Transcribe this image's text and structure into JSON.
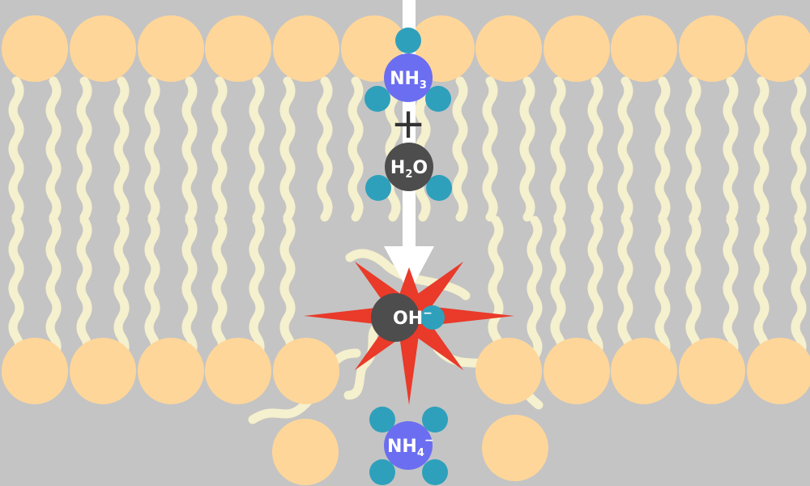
{
  "molecules": {
    "ammonia": {
      "label": "NH",
      "sub": "3"
    },
    "water": {
      "label": "H",
      "sub": "2",
      "label_end": "O"
    },
    "hydroxide": {
      "label": "OH",
      "sup": "−"
    },
    "ammonium": {
      "label": "NH",
      "sub": "4",
      "sup": "−"
    }
  },
  "plus_sign": "+",
  "colors": {
    "background": "#c4c4c4",
    "lipid_head": "#ffd699",
    "lipid_tail": "#f5f0cd",
    "nitrogen": "#6b6ef0",
    "oxygen": "#4d4d4d",
    "hydrogen": "#2ea0bb",
    "burst": "#e93a2a",
    "arrow": "#ffffff"
  }
}
